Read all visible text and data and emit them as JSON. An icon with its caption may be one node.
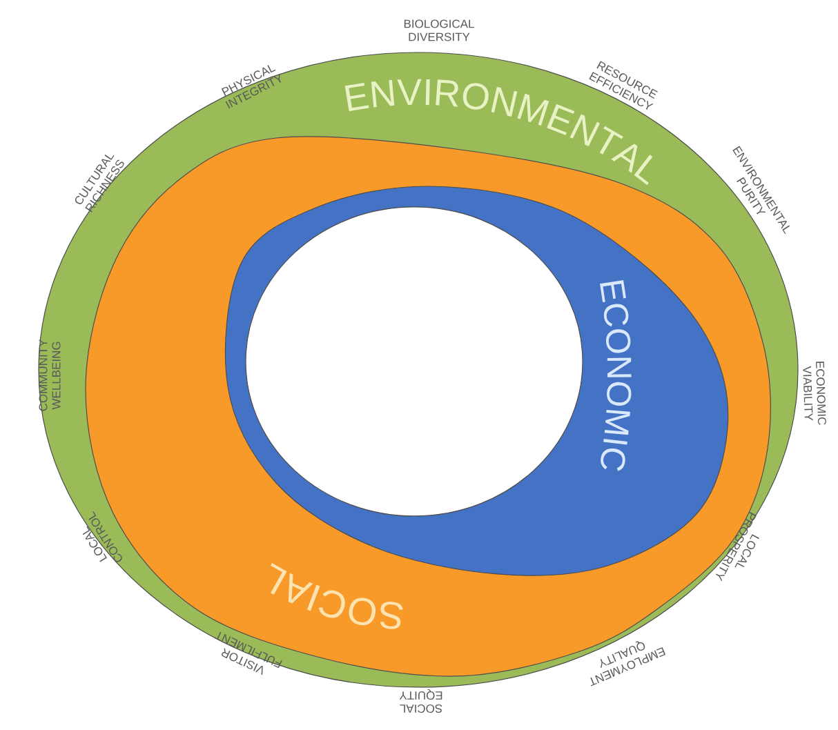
{
  "diagram": {
    "nodes": [
      {
        "text": [
          "ENVIRONMENTAL"
        ]
      },
      {
        "text": [
          "SOCIAL"
        ],
        "in": 0
      },
      {
        "text": [
          "ECONOMIC"
        ],
        "in": 1
      }
    ],
    "labels": [
      "BIOLOGICAL DIVERSITY",
      "RESOURCE EFFICIENCY",
      "ENVIRONMENTAL PURITY",
      "ECONOMIC VIABILITY",
      "LOCAL PROSPERITY",
      "EMPLOYMENT QUALITY",
      "SOCIAL EQUITY",
      "VISITOR FULFILMENT",
      "LOCAL CONTROL",
      "COMMUNITY WELLBEING",
      "CULTURAL RICHNESS",
      "PHYSICAL INTEGRITY"
    ]
  }
}
